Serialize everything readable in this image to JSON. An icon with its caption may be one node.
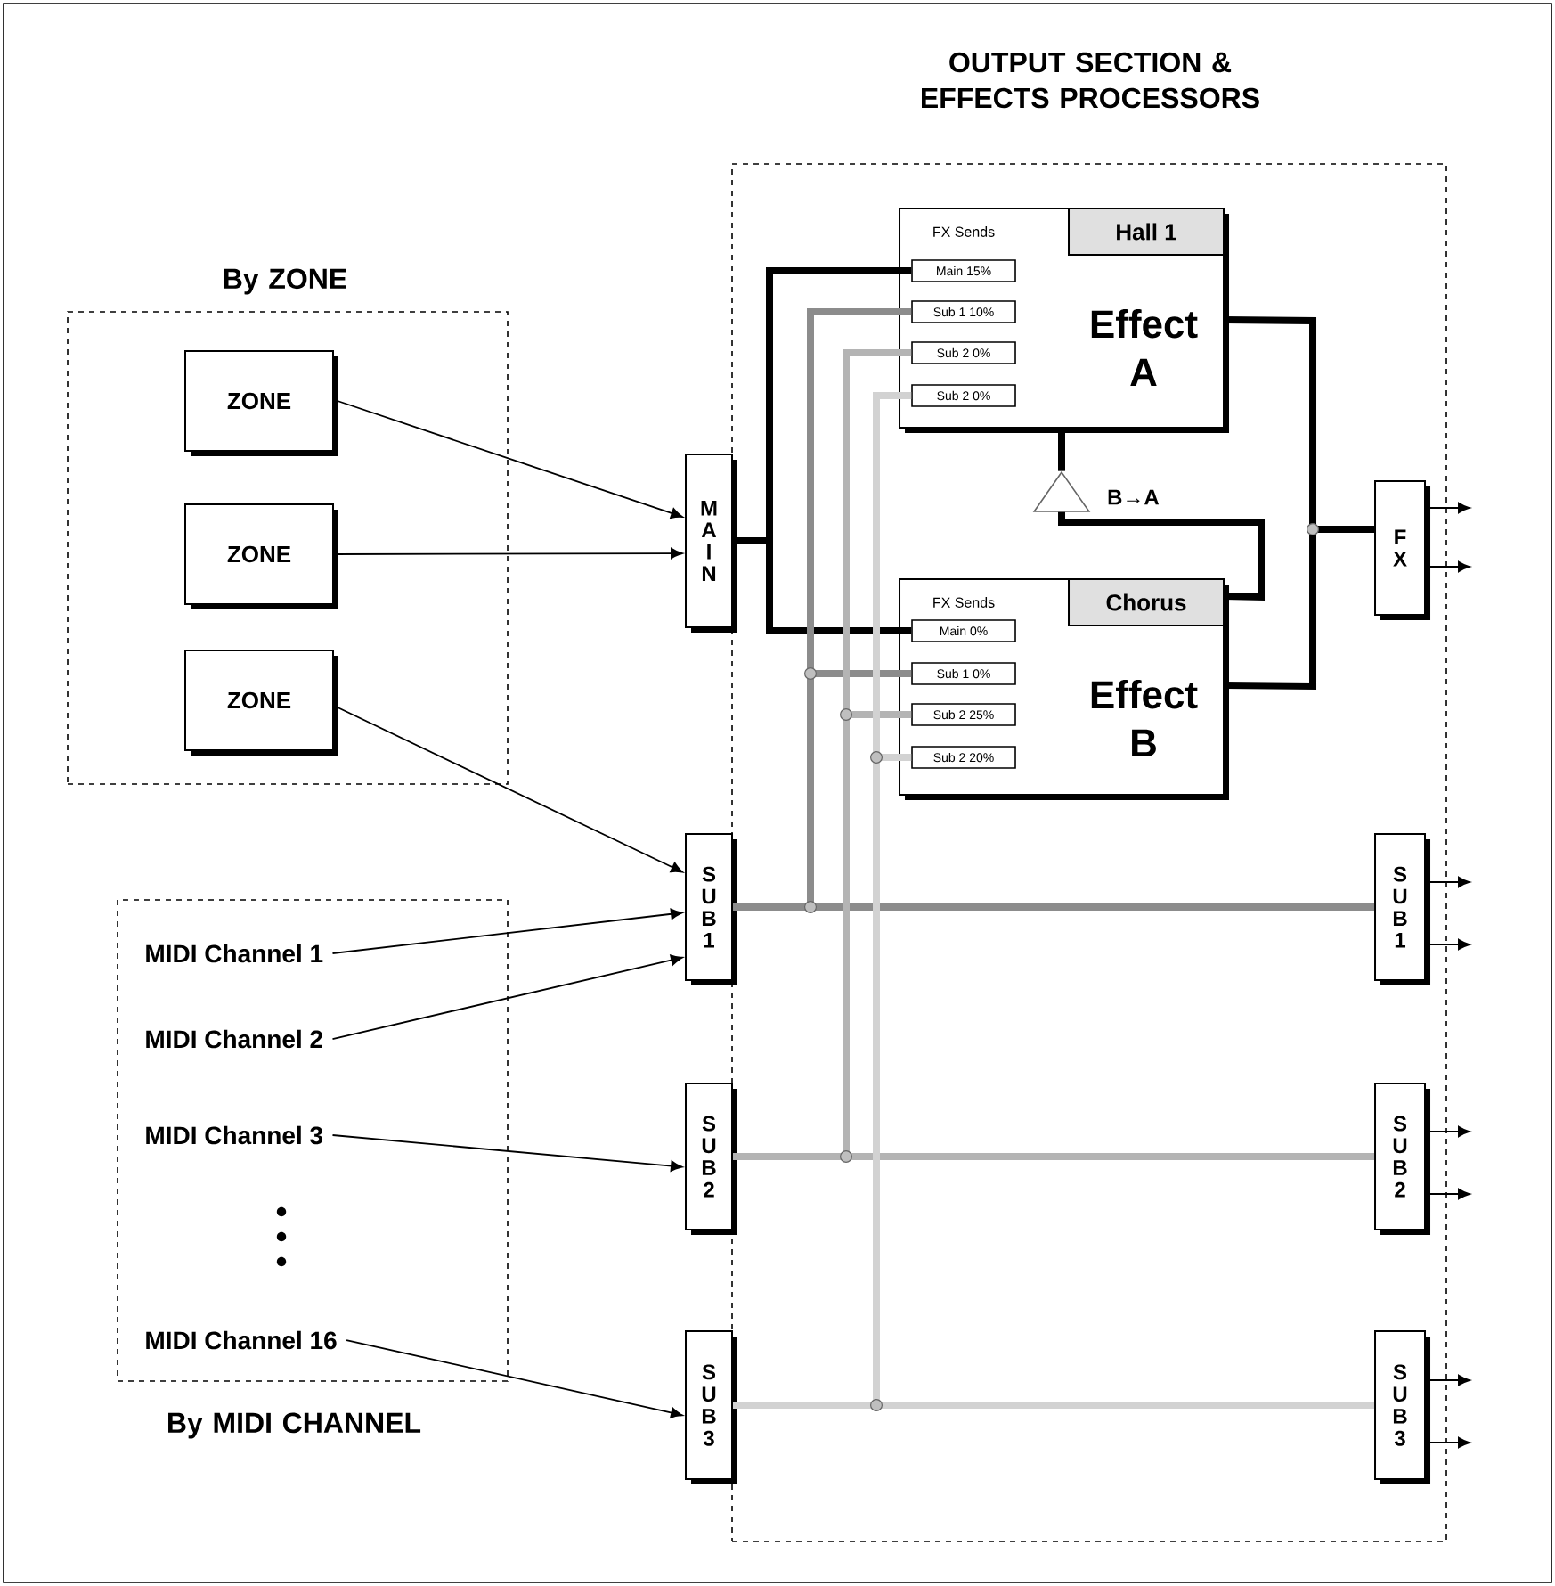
{
  "diagram": {
    "nodes": [
      {
        "text": [
          "By ZONE"
        ]
      },
      {
        "text": [
          "ZONE"
        ],
        "in": 0
      },
      {
        "text": [
          "ZONE"
        ],
        "in": 0
      },
      {
        "text": [
          "ZONE"
        ],
        "in": 0
      },
      {
        "text": [
          "By MIDI CHANNEL"
        ]
      },
      {
        "text": [
          "MIDI Channel 1"
        ],
        "in": 4
      },
      {
        "text": [
          "MIDI Channel 2"
        ],
        "in": 4
      },
      {
        "text": [
          "MIDI Channel 3"
        ],
        "in": 4
      },
      {
        "text": [
          "MIDI Channel 16"
        ],
        "in": 4
      },
      {
        "text": [
          "OUTPUT SECTION & EFFECTS PROCESSORS"
        ]
      },
      {
        "text": [
          "MAIN"
        ]
      },
      {
        "text": [
          "SUB1"
        ]
      },
      {
        "text": [
          "SUB2"
        ]
      },
      {
        "text": [
          "SUB3"
        ]
      },
      {
        "text": [
          "FX Sends",
          "Hall 1",
          "Effect A"
        ],
        "in": 9
      },
      {
        "text": [
          "Main 15%"
        ],
        "in": 14
      },
      {
        "text": [
          "Sub 1 10%"
        ],
        "in": 14
      },
      {
        "text": [
          "Sub 2 0%"
        ],
        "in": 14
      },
      {
        "text": [
          "Sub 2 0%"
        ],
        "in": 14
      },
      {
        "text": [
          "FX Sends",
          "Chorus",
          "Effect B"
        ],
        "in": 9
      },
      {
        "text": [
          "Main 0%"
        ],
        "in": 19
      },
      {
        "text": [
          "Sub 1 0%"
        ],
        "in": 19
      },
      {
        "text": [
          "Sub 2 25%"
        ],
        "in": 19
      },
      {
        "text": [
          "Sub 2 20%"
        ],
        "in": 19
      },
      {
        "text": [
          "FX"
        ],
        "in": 9
      },
      {
        "text": [
          "SUB1"
        ],
        "in": 9
      },
      {
        "text": [
          "SUB2"
        ],
        "in": 9
      },
      {
        "text": [
          "SUB3"
        ],
        "in": 9
      },
      {
        "text": [],
        "shape": "triangle",
        "beside": [
          "B→A"
        ],
        "in": 9
      }
    ],
    "edges": [
      {
        "from": 1,
        "to": 10,
        "arrow": "to"
      },
      {
        "from": 2,
        "to": 10,
        "arrow": "to"
      },
      {
        "from": 3,
        "to": 11,
        "arrow": "to"
      },
      {
        "from": 5,
        "to": 11,
        "arrow": "to"
      },
      {
        "from": 6,
        "to": 11,
        "arrow": "to"
      },
      {
        "from": 7,
        "to": 12,
        "arrow": "to"
      },
      {
        "from": 8,
        "to": 13,
        "arrow": "to"
      },
      {
        "from": 10,
        "to": 15,
        "arrow": "none",
        "style": "thick"
      },
      {
        "from": 10,
        "to": 20,
        "arrow": "none",
        "style": "thick"
      },
      {
        "from": 11,
        "to": 16,
        "arrow": "none",
        "style": "thick",
        "color": "#8c8c8c"
      },
      {
        "from": 11,
        "to": 21,
        "arrow": "none",
        "style": "thick",
        "color": "#8c8c8c"
      },
      {
        "from": 11,
        "to": 25,
        "arrow": "none",
        "style": "thick",
        "color": "#8c8c8c"
      },
      {
        "from": 12,
        "to": 17,
        "arrow": "none",
        "style": "thick",
        "color": "#b4b4b4"
      },
      {
        "from": 12,
        "to": 22,
        "arrow": "none",
        "style": "thick",
        "color": "#b4b4b4"
      },
      {
        "from": 12,
        "to": 26,
        "arrow": "none",
        "style": "thick",
        "color": "#b4b4b4"
      },
      {
        "from": 13,
        "to": 18,
        "arrow": "none",
        "style": "thick",
        "color": "#d2d2d2"
      },
      {
        "from": 13,
        "to": 23,
        "arrow": "none",
        "style": "thick",
        "color": "#d2d2d2"
      },
      {
        "from": 13,
        "to": 27,
        "arrow": "none",
        "style": "thick",
        "color": "#d2d2d2"
      },
      {
        "from": 14,
        "to": 24,
        "arrow": "none",
        "style": "thick"
      },
      {
        "from": 19,
        "to": 24,
        "arrow": "none",
        "style": "thick"
      },
      {
        "from": 14,
        "to": 28,
        "arrow": "none",
        "style": "thick"
      },
      {
        "from": 19,
        "to": 28,
        "arrow": "none",
        "style": "thick"
      },
      {
        "from": 24,
        "to": null,
        "arrow": "to"
      },
      {
        "from": 24,
        "to": null,
        "arrow": "to"
      },
      {
        "from": 25,
        "to": null,
        "arrow": "to"
      },
      {
        "from": 25,
        "to": null,
        "arrow": "to"
      },
      {
        "from": 26,
        "to": null,
        "arrow": "to"
      },
      {
        "from": 26,
        "to": null,
        "arrow": "to"
      },
      {
        "from": 27,
        "to": null,
        "arrow": "to"
      },
      {
        "from": 27,
        "to": null,
        "arrow": "to"
      }
    ]
  }
}
